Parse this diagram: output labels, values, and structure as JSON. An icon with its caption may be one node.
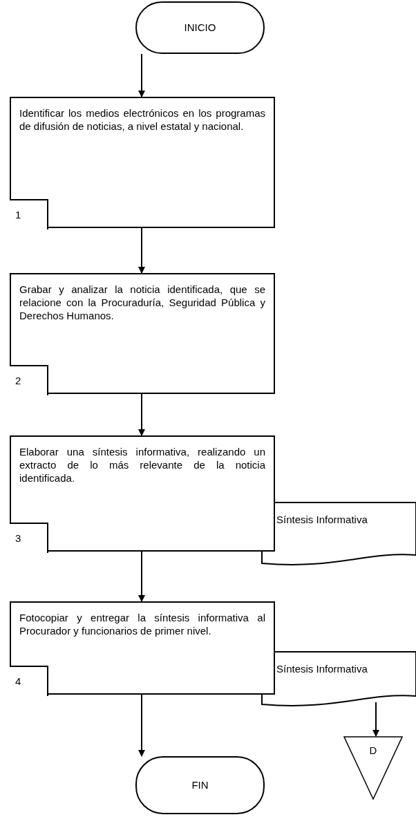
{
  "diagram": {
    "nodes": [
      {
        "text": [
          "INICIO"
        ]
      },
      {
        "text": [
          "Identificar los medios electrónicos en los programas de difusión de noticias, a nivel estatal y nacional."
        ]
      },
      {
        "text": [
          "1"
        ],
        "in": 1
      },
      {
        "text": [
          "Grabar y analizar la noticia identificada, que se relacione con la Procuraduría, Seguridad Pública y Derechos Humanos."
        ]
      },
      {
        "text": [
          "2"
        ],
        "in": 3
      },
      {
        "text": [
          "Elaborar una síntesis informativa, realizando un extracto de lo más relevante de la noticia identificada."
        ]
      },
      {
        "text": [
          "3"
        ],
        "in": 5
      },
      {
        "text": [
          "Síntesis Informativa"
        ]
      },
      {
        "text": [
          "Fotocopiar y entregar la síntesis informativa al Procurador y funcionarios de primer nivel."
        ]
      },
      {
        "text": [
          "4"
        ],
        "in": 8
      },
      {
        "text": [
          "Síntesis Informativa"
        ]
      },
      {
        "text": [
          "D"
        ]
      },
      {
        "text": [
          "FIN"
        ]
      }
    ],
    "edges": [
      {
        "from": 0,
        "to": 1,
        "arrow": "to"
      },
      {
        "from": 1,
        "to": 3,
        "arrow": "to"
      },
      {
        "from": 3,
        "to": 5,
        "arrow": "to"
      },
      {
        "from": 5,
        "to": 8,
        "arrow": "to"
      },
      {
        "from": 8,
        "to": 12,
        "arrow": "to"
      },
      {
        "from": 10,
        "to": 11,
        "arrow": "to"
      }
    ]
  }
}
